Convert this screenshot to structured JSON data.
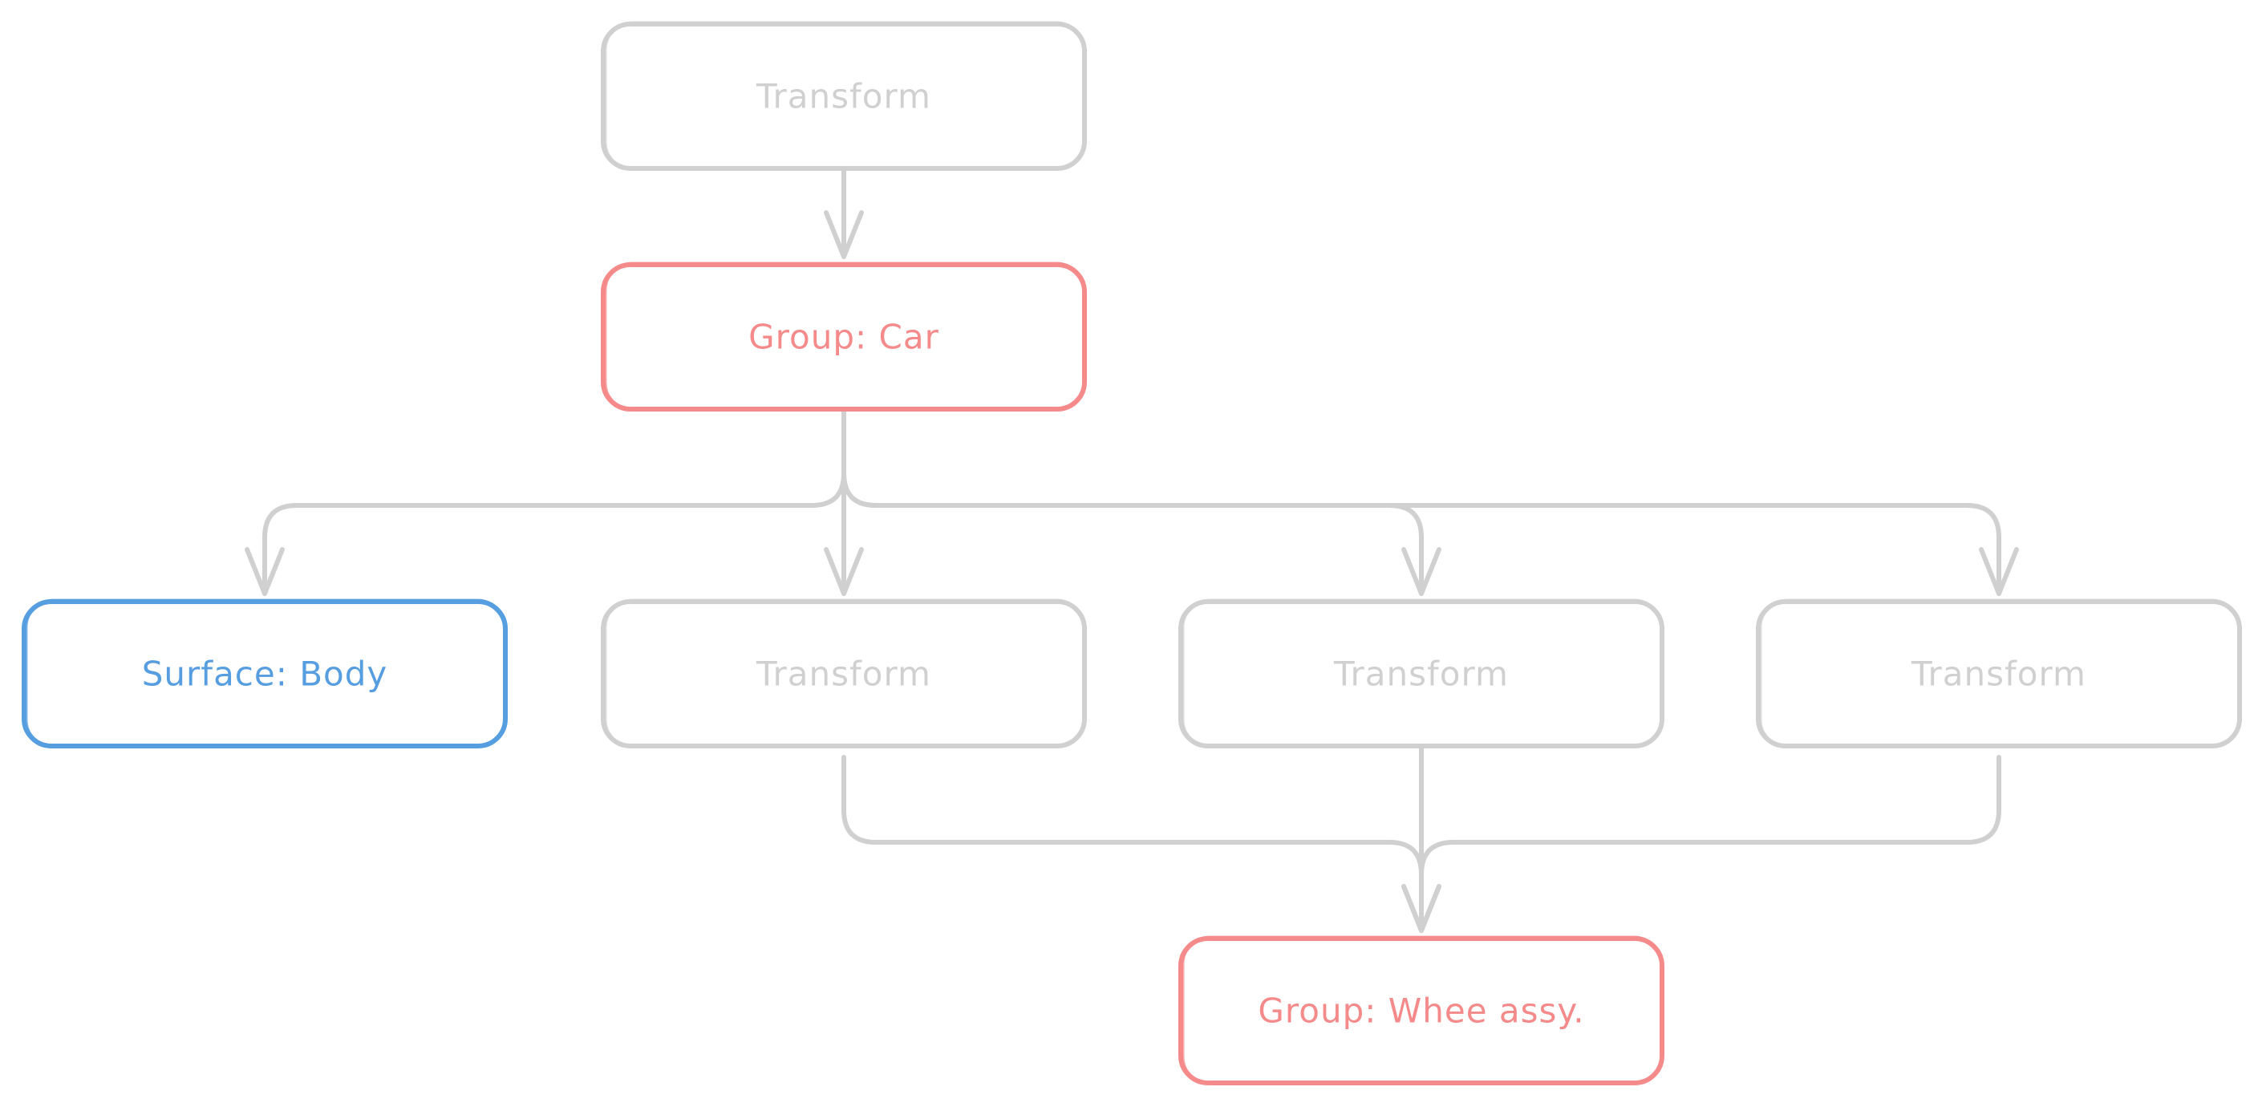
{
  "diagram": {
    "colors": {
      "gray": "#d0d0d0",
      "red": "#f48a8a",
      "blue": "#569ee0"
    },
    "nodes": [
      {
        "id": "transform-top",
        "label": "Transform",
        "color": "gray"
      },
      {
        "id": "group-car",
        "label": "Group: Car",
        "color": "red"
      },
      {
        "id": "surface-body",
        "label": "Surface: Body",
        "color": "blue"
      },
      {
        "id": "transform-left",
        "label": "Transform",
        "color": "gray"
      },
      {
        "id": "transform-middle",
        "label": "Transform",
        "color": "gray"
      },
      {
        "id": "transform-right",
        "label": "Transform",
        "color": "gray"
      },
      {
        "id": "group-wheel",
        "label": "Group: Whee assy.",
        "color": "red"
      }
    ],
    "edges": [
      {
        "from": "transform-top",
        "to": "group-car"
      },
      {
        "from": "group-car",
        "to": "surface-body"
      },
      {
        "from": "group-car",
        "to": "transform-left"
      },
      {
        "from": "group-car",
        "to": "transform-middle"
      },
      {
        "from": "group-car",
        "to": "transform-right"
      },
      {
        "from": "transform-left",
        "to": "group-wheel"
      },
      {
        "from": "transform-middle",
        "to": "group-wheel"
      },
      {
        "from": "transform-right",
        "to": "group-wheel"
      }
    ]
  }
}
